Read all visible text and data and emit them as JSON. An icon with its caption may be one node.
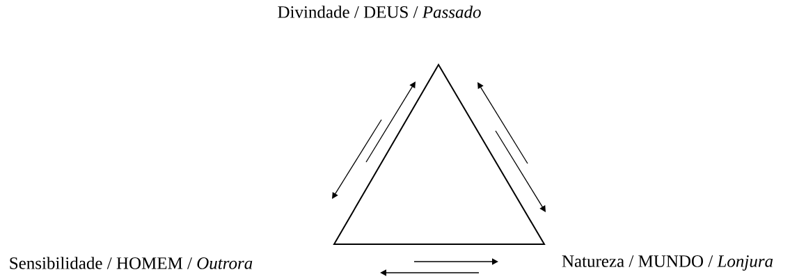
{
  "diagram": {
    "nodes": [
      {
        "text": [
          "Divindade / DEUS / *Passado*"
        ]
      },
      {
        "text": [
          "Sensibilidade / HOMEM / *Outrora*"
        ]
      },
      {
        "text": [
          "Natureza / MUNDO / *Lonjura*"
        ]
      }
    ]
  }
}
